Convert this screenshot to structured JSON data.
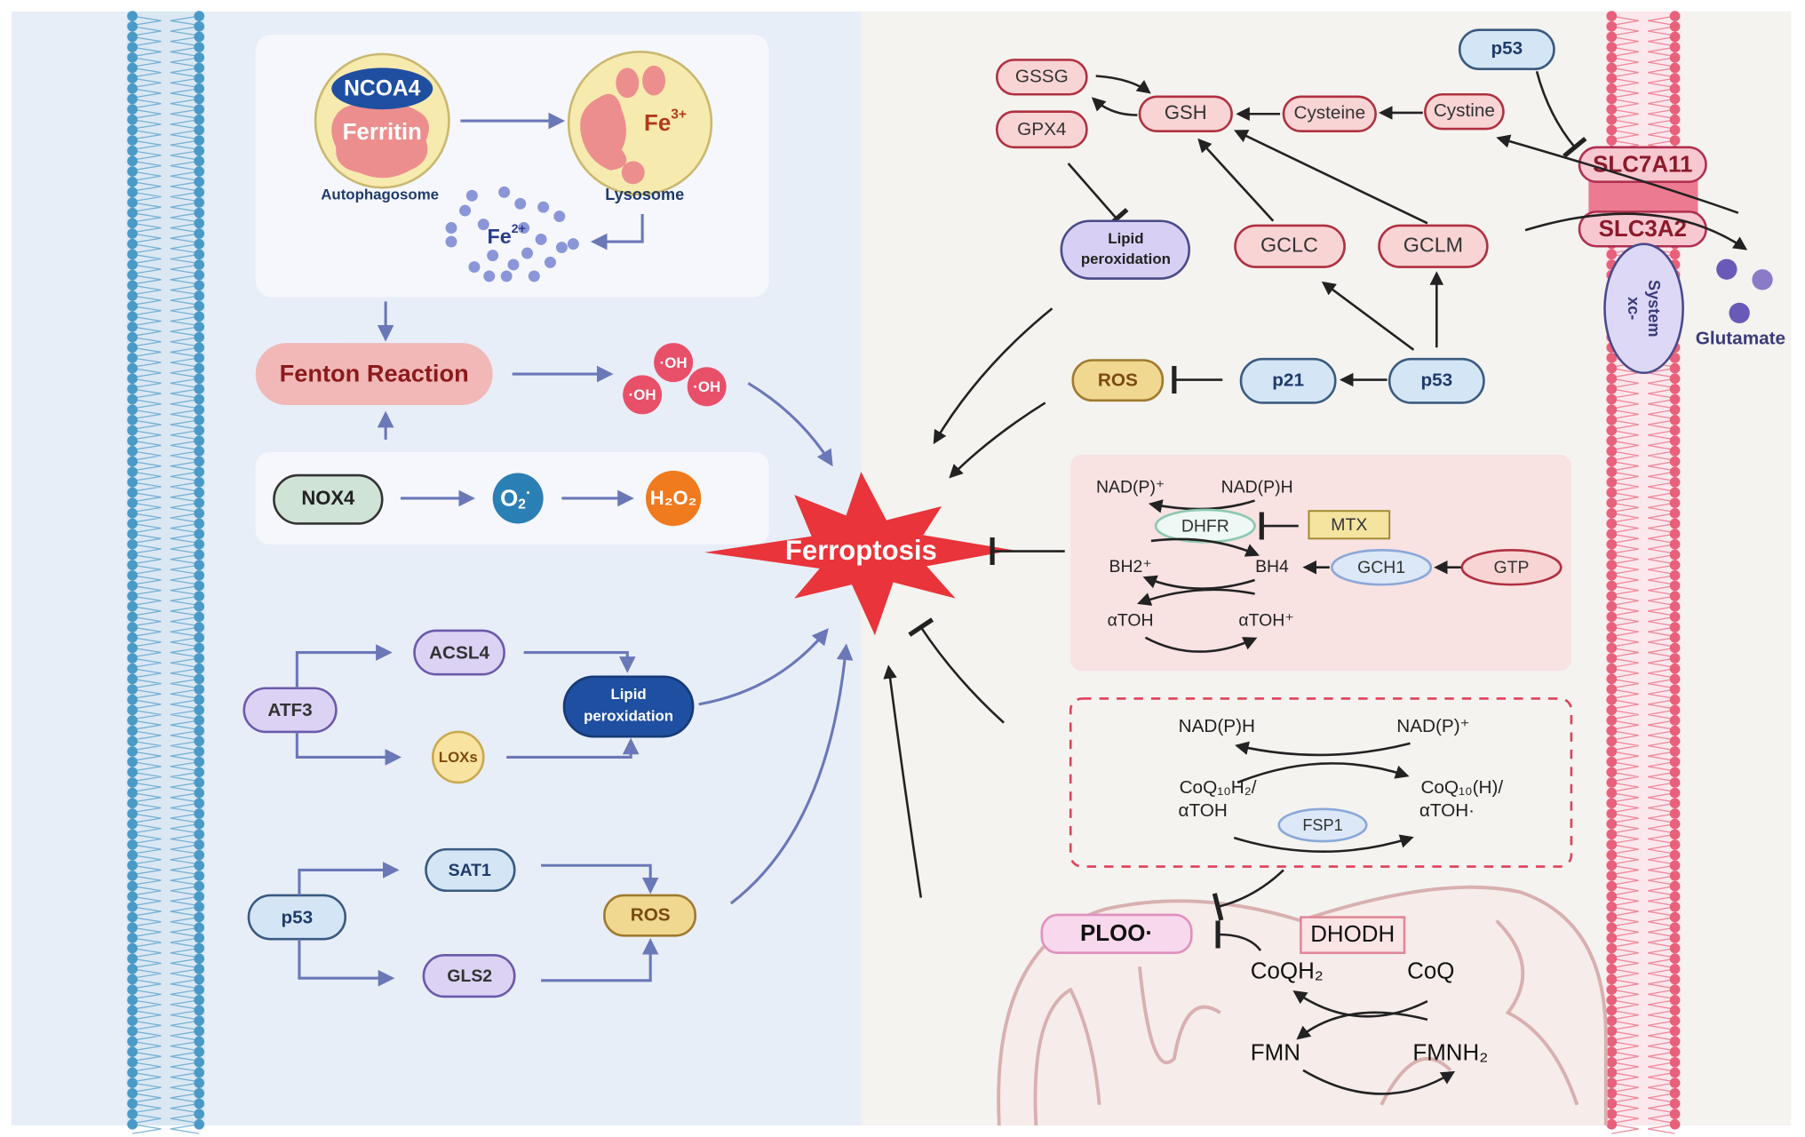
{
  "colors": {
    "left_bg": "#e8eef8",
    "right_bg": "#f4f3ef",
    "ferroptosis": "#e8343a",
    "membrane_left": "#4a9ac8",
    "membrane_right": "#e8607a",
    "fsp1_box_border": "#e0405a"
  },
  "iron": {
    "ncoa4": "NCOA4",
    "ferritin": "Ferritin",
    "autophagosome": "Autophagosome",
    "lysosome": "Lysosome",
    "fe3_base": "Fe",
    "fe3_sup": "3+",
    "fe2_base": "Fe",
    "fe2_sup": "2+"
  },
  "fenton": {
    "label": "Fenton Reaction",
    "oh": [
      "·OH",
      "·OH",
      "·OH"
    ]
  },
  "nox": {
    "nox4": "NOX4",
    "o2_base": "O",
    "o2_sub": "2",
    "o2_sup": "·",
    "h2o2": "H₂O₂"
  },
  "lipid_left": {
    "atf3": "ATF3",
    "acsl4": "ACSL4",
    "loxs": "LOXs",
    "lipid_l1": "Lipid",
    "lipid_l2": "peroxidation"
  },
  "p53_left": {
    "p53": "p53",
    "sat1": "SAT1",
    "gls2": "GLS2",
    "ros": "ROS"
  },
  "center": {
    "ferroptosis": "Ferroptosis"
  },
  "gsh": {
    "gssg": "GSSG",
    "gpx4": "GPX4",
    "gsh": "GSH",
    "cysteine": "Cysteine",
    "cystine": "Cystine",
    "p53_top": "p53",
    "lipid_l1": "Lipid",
    "lipid_l2": "peroxidation",
    "gclc": "GCLC",
    "gclm": "GCLM",
    "ros": "ROS",
    "p21": "p21",
    "p53": "p53"
  },
  "transporter": {
    "slc7a11": "SLC7A11",
    "slc3a2": "SLC3A2",
    "system_l1": "System",
    "system_l2": "xc-",
    "glutamate": "Glutamate"
  },
  "bh4": {
    "nadp_plus": "NAD(P)⁺",
    "nadph": "NAD(P)H",
    "dhfr": "DHFR",
    "mtx": "MTX",
    "bh2": "BH2⁺",
    "bh4": "BH4",
    "gch1": "GCH1",
    "gtp": "GTP",
    "atoh": "αTOH",
    "atoh_rad": "αTOH⁺"
  },
  "fsp1": {
    "nadph": "NAD(P)H",
    "nadp_plus": "NAD(P)⁺",
    "coq_left_1": "CoQ₁₀H₂/",
    "coq_left_2": "αTOH",
    "coq_right_1": "CoQ₁₀(H)/",
    "coq_right_2": "αTOH·",
    "fsp1": "FSP1"
  },
  "mito": {
    "ploo": "PLOO·",
    "dhodh": "DHODH",
    "coqh2": "CoQH₂",
    "coq": "CoQ",
    "fmn": "FMN",
    "fmnh2": "FMNH₂"
  }
}
